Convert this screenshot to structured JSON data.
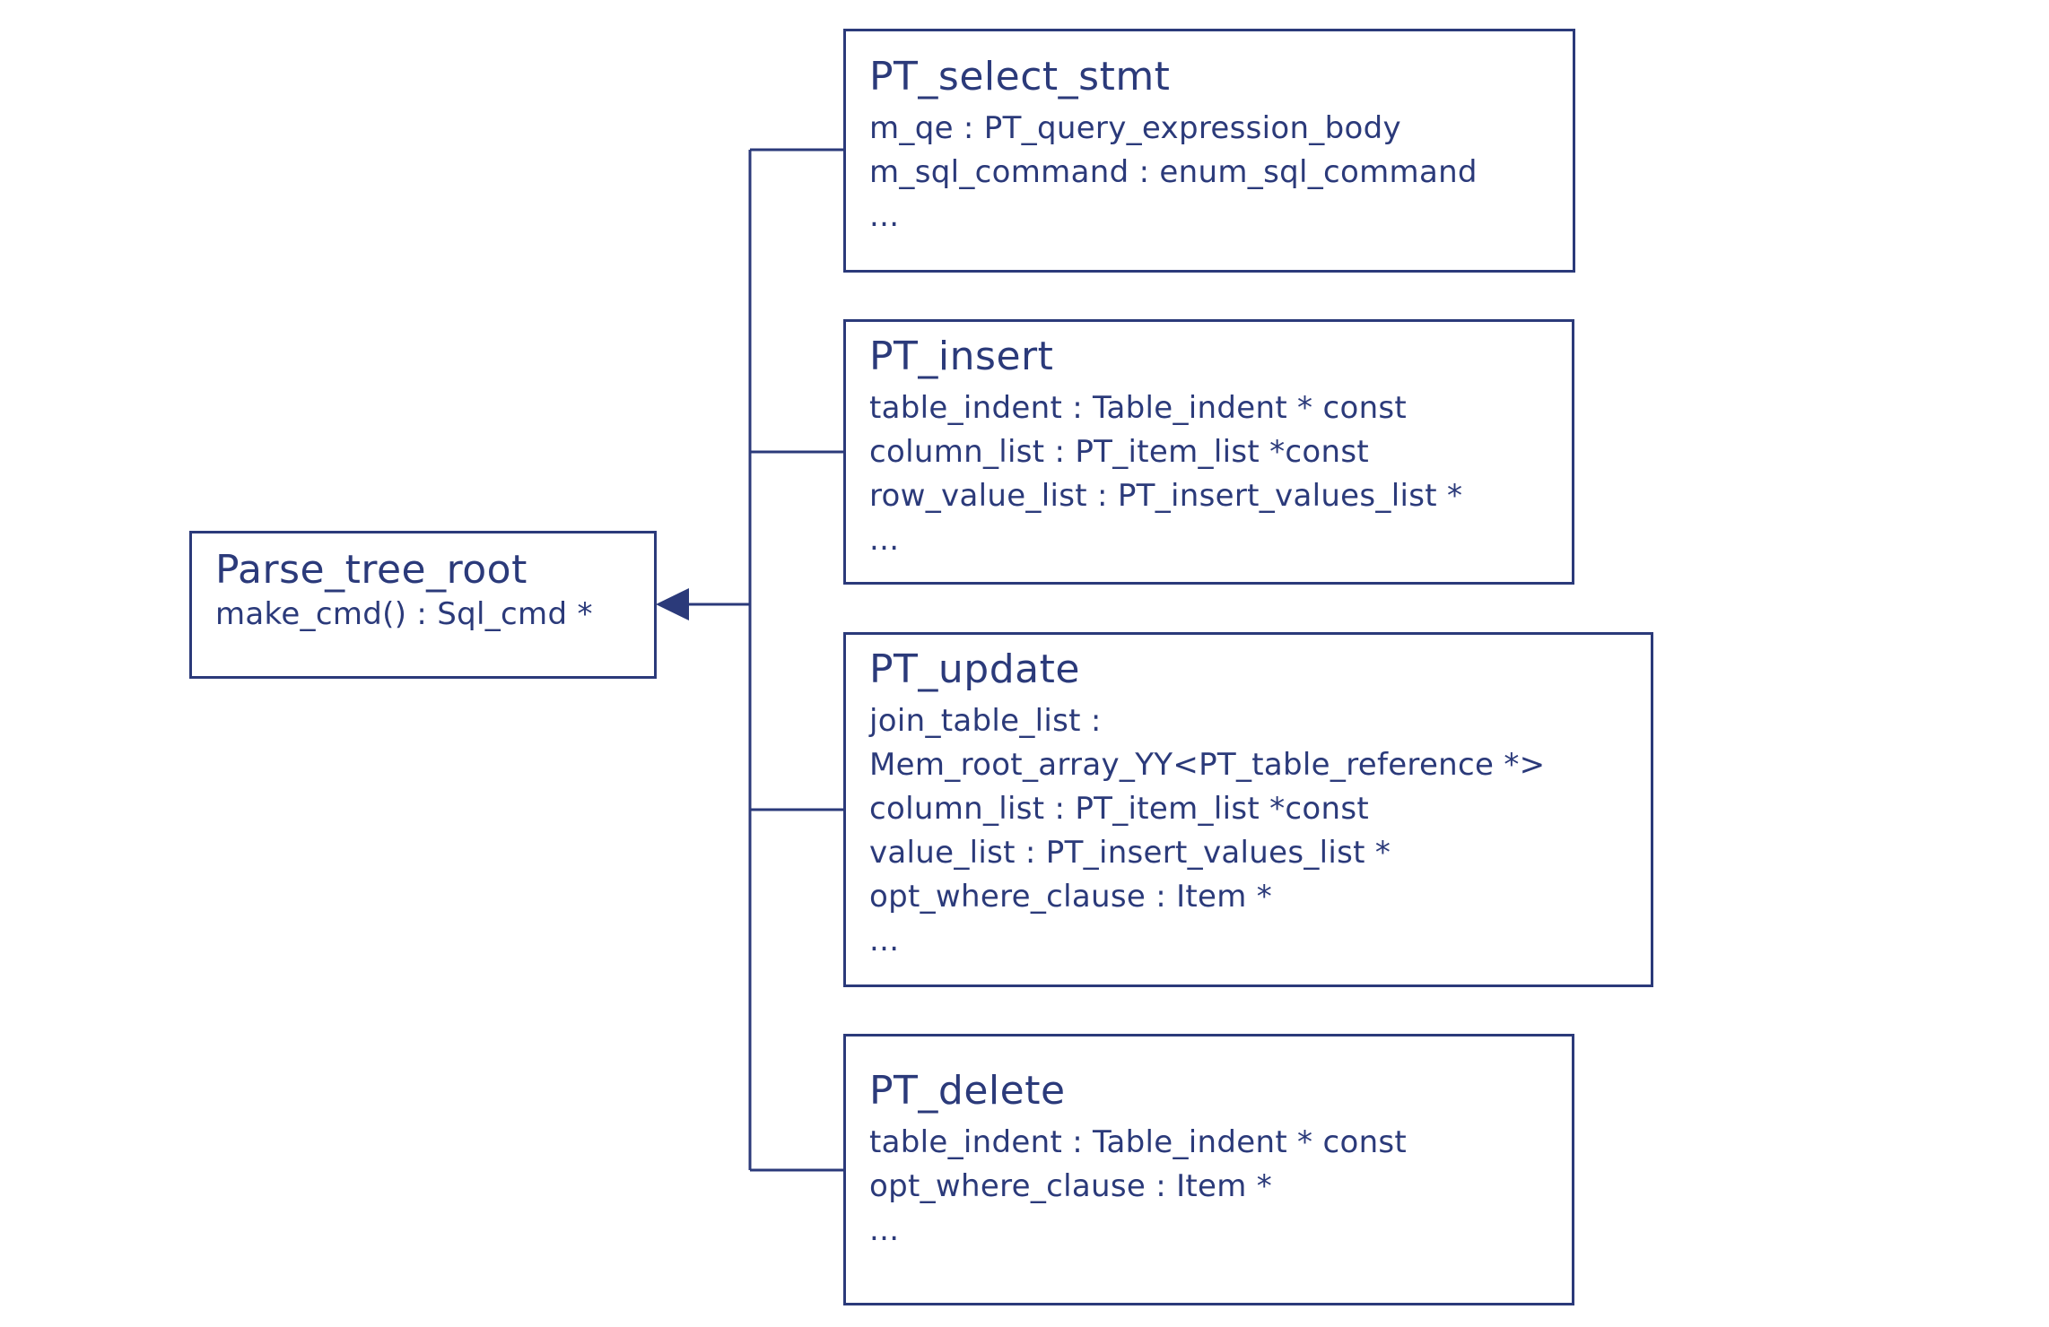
{
  "colors": {
    "stroke": "#2b3a7a",
    "text": "#2b3a7a",
    "background": "#ffffff"
  },
  "root": {
    "title": "Parse_tree_root",
    "attributes": [
      "make_cmd() : Sql_cmd *"
    ]
  },
  "classes": [
    {
      "id": "select",
      "title": "PT_select_stmt",
      "attributes": [
        "m_qe : PT_query_expression_body",
        "m_sql_command : enum_sql_command",
        "..."
      ]
    },
    {
      "id": "insert",
      "title": "PT_insert",
      "attributes": [
        "table_indent : Table_indent * const",
        "column_list : PT_item_list *const",
        "row_value_list : PT_insert_values_list *",
        "..."
      ]
    },
    {
      "id": "update",
      "title": "PT_update",
      "attributes": [
        "join_table_list :",
        "Mem_root_array_YY<PT_table_reference *>",
        "column_list : PT_item_list *const",
        "value_list : PT_insert_values_list *",
        "opt_where_clause : Item *",
        "..."
      ]
    },
    {
      "id": "delete",
      "title": "PT_delete",
      "attributes": [
        "table_indent : Table_indent * const",
        "opt_where_clause : Item *",
        "..."
      ]
    }
  ]
}
